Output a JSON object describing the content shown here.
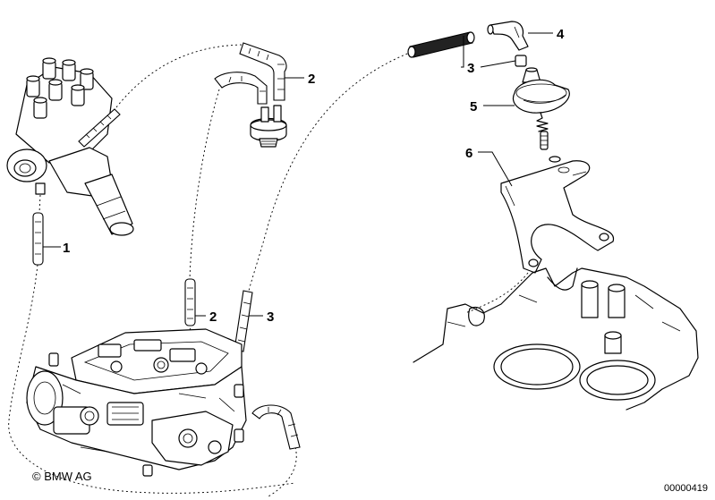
{
  "diagram": {
    "callouts": [
      {
        "id": "distributor-hose",
        "text": "1"
      },
      {
        "id": "hose-to-switch",
        "text": "2"
      },
      {
        "id": "hose-lower-2",
        "text": "2"
      },
      {
        "id": "hose-upper-3",
        "text": "3"
      },
      {
        "id": "hose-lower-3",
        "text": "3"
      },
      {
        "id": "elbow-connector",
        "text": "4"
      },
      {
        "id": "vacuum-unit",
        "text": "5"
      },
      {
        "id": "bracket",
        "text": "6"
      }
    ],
    "copyright": "© BMW AG",
    "diagram_id": "00000419"
  }
}
